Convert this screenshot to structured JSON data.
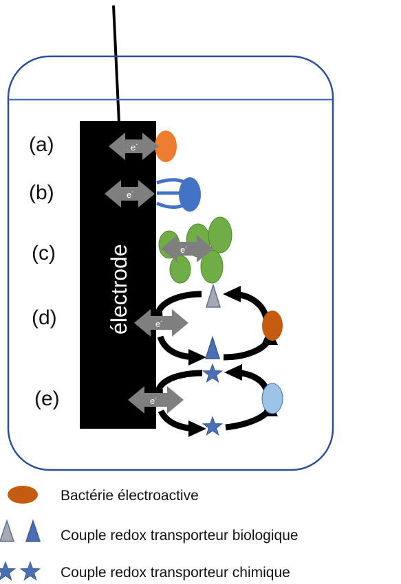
{
  "electrode": {
    "label": "électrode"
  },
  "electron": {
    "symbol": "e",
    "charge": "-"
  },
  "mechanisms": [
    {
      "id": "a",
      "label": "(a)"
    },
    {
      "id": "b",
      "label": "(b)"
    },
    {
      "id": "c",
      "label": "(c)"
    },
    {
      "id": "d",
      "label": "(d)"
    },
    {
      "id": "e",
      "label": "(e)"
    }
  ],
  "legend": {
    "bacterium": "Bactérie électroactive",
    "biological": "Couple redox transporteur biologique",
    "chemical": "Couple redox transporteur chimique"
  },
  "colors": {
    "vessel": "#2e4e9a",
    "electrode": "#000000",
    "arrow_gray": "#7f7f7f",
    "bacterium_orange": "#ed7d31",
    "bacterium_dark_orange": "#c55a11",
    "bacterium_blue": "#4472c4",
    "biofilm_green": "#70ad47",
    "mediator_gray": "#a6aab0",
    "mediator_blue": "#4a6fb5",
    "bacterium_light_blue": "#9dc3e6"
  }
}
